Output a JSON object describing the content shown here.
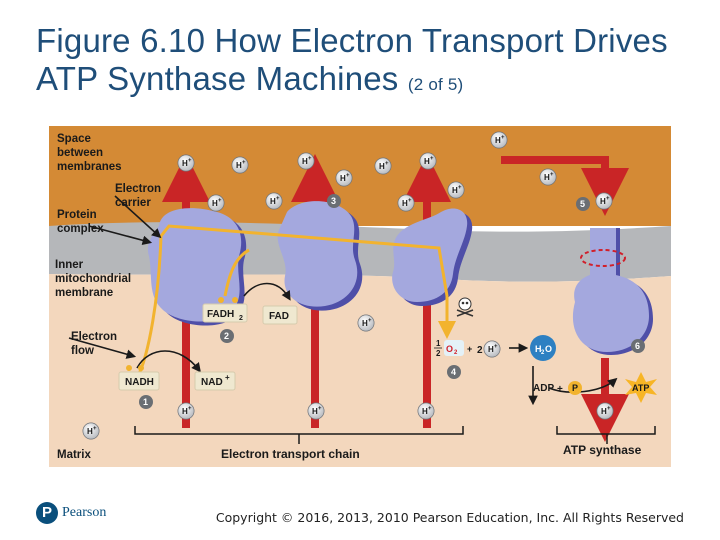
{
  "header": {
    "title_main": "Figure 6.10 How Electron Transport Drives ATP Synthase Machines",
    "title_suffix": "(2 of 5)"
  },
  "diagram": {
    "labels": {
      "space_between_line1": "Space",
      "space_between_line2": "between",
      "space_between_line3": "membranes",
      "electron_carrier_line1": "Electron",
      "electron_carrier_line2": "carrier",
      "protein_complex_line1": "Protein",
      "protein_complex_line2": "complex",
      "inner_membrane_line1": "Inner",
      "inner_membrane_line2": "mitochondrial",
      "inner_membrane_line3": "membrane",
      "electron_flow_line1": "Electron",
      "electron_flow_line2": "flow",
      "matrix": "Matrix",
      "electron_transport_chain": "Electron transport chain",
      "atp_synthase": "ATP synthase"
    },
    "molecules": {
      "nadh": "NADH",
      "nad_plus": "NAD",
      "fadh2": "FADH",
      "fad": "FAD",
      "o2_prefix": "O",
      "half_top": "1",
      "half_bottom": "2",
      "two": "2",
      "h2o": "H",
      "adp": "ADP",
      "plus": "+",
      "p": "P",
      "atp": "ATP"
    },
    "ion_label": "H",
    "steps": [
      "1",
      "2",
      "3",
      "4",
      "5",
      "6"
    ],
    "colors": {
      "intermembrane_space": "#d48a35",
      "membrane": "#b5b7ba",
      "matrix": "#f3d7bd",
      "protein": "#a4a8de",
      "protein_shadow": "#4f4fa8",
      "arrow_red": "#c92526",
      "electron_path": "#f2b32e",
      "atp_star": "#f7b526",
      "h2o_circle": "#2d80c2"
    }
  },
  "footer": {
    "logo_text": "Pearson",
    "logo_mark": "P",
    "copyright": "Copyright © 2016, 2013, 2010 Pearson Education, Inc. All Rights Reserved"
  }
}
